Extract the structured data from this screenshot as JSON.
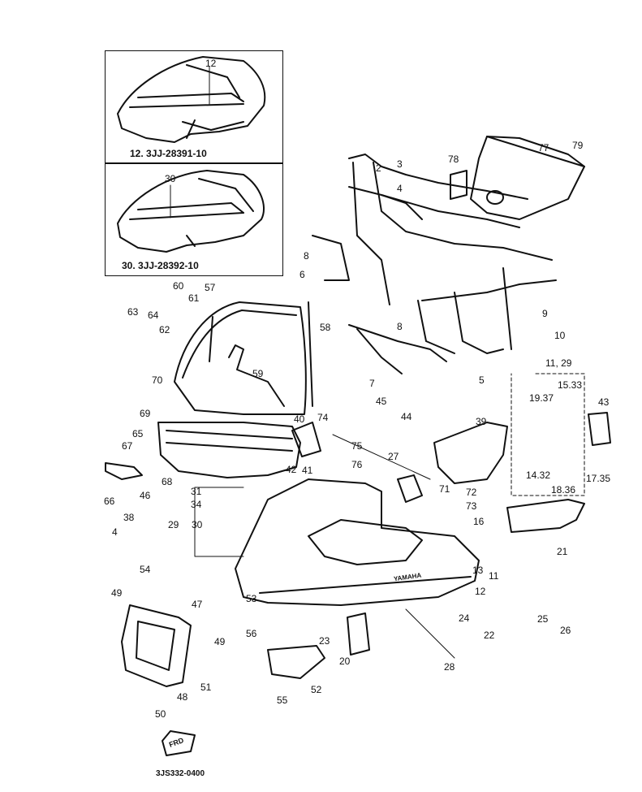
{
  "diagram": {
    "title": "Cowling parts exploded view",
    "figure_code": "3JS332-0400",
    "front_arrow_label": "FRD",
    "insets": [
      {
        "ref": "12",
        "caption": "12. 3JJ-28391-10"
      },
      {
        "ref": "30",
        "caption": "30. 3JJ-28392-10"
      }
    ],
    "part_labels": {
      "p2": "2",
      "p3": "3",
      "p4": "4",
      "p5": "5",
      "p6": "6",
      "p7": "7",
      "p8a": "8",
      "p8b": "8",
      "p9": "9",
      "p10": "10",
      "p11_29": "11, 29",
      "p11": "11",
      "p12": "12",
      "p13": "13",
      "p14_32": "14.32",
      "p15_33": "15.33",
      "p16": "16",
      "p17_35": "17.35",
      "p18_36": "18.36",
      "p19_37": "19.37",
      "p20": "20",
      "p21": "21",
      "p22": "22",
      "p23": "23",
      "p24": "24",
      "p25": "25",
      "p26": "26",
      "p27": "27",
      "p28": "28",
      "p29": "29",
      "p30": "30",
      "p31": "31",
      "p34": "34",
      "p38": "38",
      "p39": "39",
      "p40": "40",
      "p41": "41",
      "p42": "42",
      "p43": "43",
      "p44": "44",
      "p45": "45",
      "p46": "46",
      "p47": "47",
      "p48": "48",
      "p49a": "49",
      "p49b": "49",
      "p50": "50",
      "p51": "51",
      "p52": "52",
      "p53": "53",
      "p54": "54",
      "p55": "55",
      "p56": "56",
      "p57": "57",
      "p58": "58",
      "p59": "59",
      "p60": "60",
      "p61": "61",
      "p62": "62",
      "p63": "63",
      "p64": "64",
      "p65": "65",
      "p66": "66",
      "p67": "67",
      "p68": "68",
      "p69": "69",
      "p70": "70",
      "p71": "71",
      "p72": "72",
      "p73": "73",
      "p74": "74",
      "p75": "75",
      "p76": "76",
      "p77": "77",
      "p78": "78",
      "p79": "79",
      "inset12": "12",
      "inset30": "30",
      "brand": "YAMAHA"
    }
  }
}
